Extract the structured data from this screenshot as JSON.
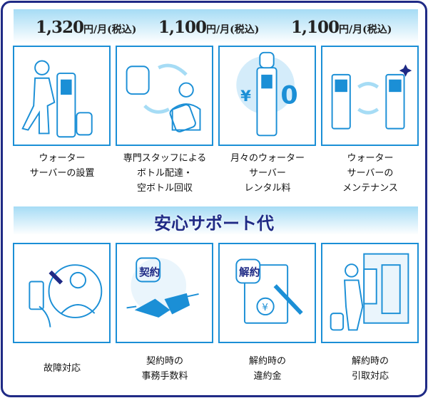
{
  "prices": [
    {
      "amount": "1,320",
      "unit": "円/月(税込)"
    },
    {
      "amount": "1,100",
      "unit": "円/月(税込)"
    },
    {
      "amount": "1,100",
      "unit": "円/月(税込)"
    }
  ],
  "services": [
    {
      "lines": [
        "ウォーター",
        "サーバーの設置"
      ],
      "icon": "installation-icon"
    },
    {
      "lines": [
        "専門スタッフによる",
        "ボトル配達・",
        "空ボトル回収"
      ],
      "icon": "bottle-delivery-icon"
    },
    {
      "lines": [
        "月々のウォーター",
        "サーバー",
        "レンタル料"
      ],
      "icon": "rental-fee-icon",
      "yen": "¥",
      "zero": "0"
    },
    {
      "lines": [
        "ウォーター",
        "サーバーの",
        "メンテナンス"
      ],
      "icon": "maintenance-icon"
    }
  ],
  "support_title": "安心サポート代",
  "support": [
    {
      "lines": [
        "故障対応"
      ],
      "icon": "repair-icon"
    },
    {
      "lines": [
        "契約時の",
        "事務手数料"
      ],
      "icon": "contract-icon",
      "badge": "契約"
    },
    {
      "lines": [
        "解約時の",
        "違約金"
      ],
      "icon": "cancellation-fee-icon",
      "badge": "解約",
      "yen": "¥"
    },
    {
      "lines": [
        "解約時の",
        "引取対応"
      ],
      "icon": "pickup-truck-icon"
    }
  ],
  "colors": {
    "navy": "#1f2a85",
    "blue": "#1b8fd6",
    "light": "#a6dcf5"
  }
}
